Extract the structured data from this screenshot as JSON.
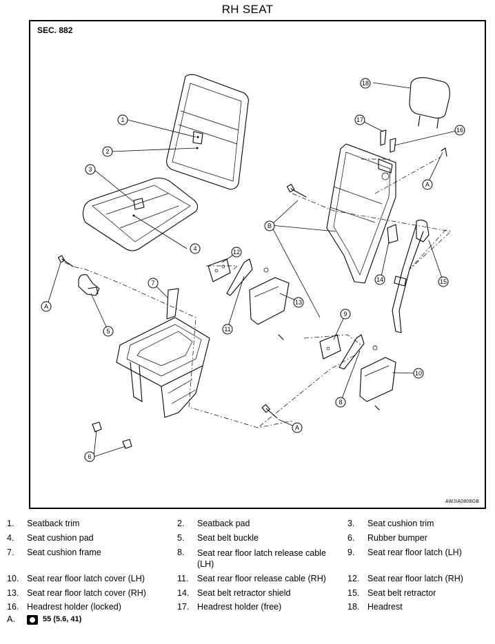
{
  "title": "RH SEAT",
  "section": "SEC. 882",
  "figure_code": "AWJIA0808GB",
  "callouts": [
    "1",
    "2",
    "3",
    "4",
    "5",
    "6",
    "7",
    "8",
    "9",
    "10",
    "11",
    "12",
    "13",
    "14",
    "15",
    "16",
    "17",
    "18",
    "A",
    "B"
  ],
  "legend": [
    {
      "num": "1.",
      "label": "Seatback trim"
    },
    {
      "num": "2.",
      "label": "Seatback pad"
    },
    {
      "num": "3.",
      "label": "Seat cushion trim"
    },
    {
      "num": "4.",
      "label": "Seat cushion pad"
    },
    {
      "num": "5.",
      "label": "Seat belt buckle"
    },
    {
      "num": "6.",
      "label": "Rubber bumper"
    },
    {
      "num": "7.",
      "label": "Seat cushion frame"
    },
    {
      "num": "8.",
      "label": "Seat rear floor latch release cable (LH)"
    },
    {
      "num": "9.",
      "label": "Seat rear floor latch (LH)"
    },
    {
      "num": "10.",
      "label": "Seat rear floor latch cover (LH)"
    },
    {
      "num": "11.",
      "label": "Seat rear floor release cable (RH)"
    },
    {
      "num": "12.",
      "label": "Seat rear floor latch (RH)"
    },
    {
      "num": "13.",
      "label": "Seat rear floor latch cover (RH)"
    },
    {
      "num": "14.",
      "label": "Seat belt retractor shield"
    },
    {
      "num": "15.",
      "label": "Seat belt retractor"
    },
    {
      "num": "16.",
      "label": "Headrest holder (locked)"
    },
    {
      "num": "17.",
      "label": "Headrest holder (free)"
    },
    {
      "num": "18.",
      "label": "Headrest"
    }
  ],
  "torque": {
    "num": "A.",
    "icon": "torque-wrench-icon",
    "value": "55 (5.6, 41)"
  }
}
